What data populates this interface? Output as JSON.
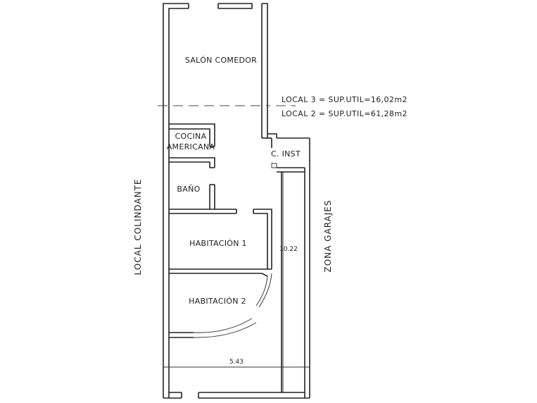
{
  "rooms": {
    "salon": "SALÓN COMEDOR",
    "cocina_1": "COCINA",
    "cocina_2": "AMERICANA",
    "bano": "BAÑO",
    "habitacion1": "HABITACIÓN 1",
    "habitacion2": "HABITACIÓN 2",
    "c_inst": "C. INST"
  },
  "notes": {
    "local3": "LOCAL  3 = SUP.UTIL=16,02m2",
    "local2": "LOCAL  2 = SUP.UTIL=61,28m2"
  },
  "sides": {
    "left": "LOCAL  COLINDANTE",
    "right": "ZONA  GARAJES"
  },
  "dimensions": {
    "length": "10.22",
    "width": "5.43"
  }
}
